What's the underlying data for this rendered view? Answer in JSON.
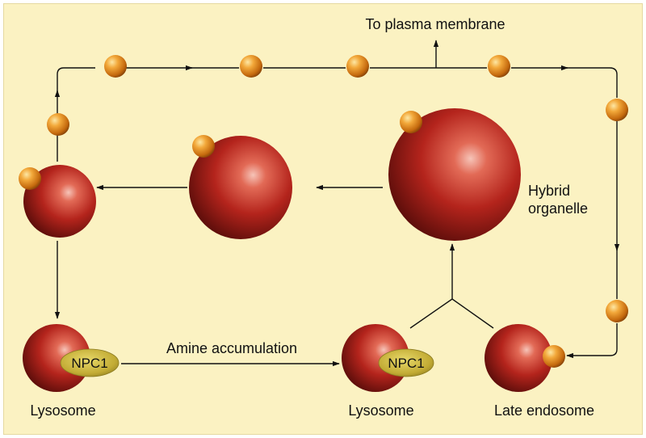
{
  "labels": {
    "plasma_membrane": "To plasma membrane",
    "hybrid_line1": "Hybrid",
    "hybrid_line2": "organelle",
    "amine": "Amine accumulation",
    "lysosome_left": "Lysosome",
    "lysosome_right": "Lysosome",
    "late_endosome": "Late endosome",
    "npc1_left": "NPC1",
    "npc1_right": "NPC1"
  },
  "colors": {
    "background": "#fbf2c2",
    "organelle": "#b4241c",
    "vesicle": "#e8931a",
    "npc1": "#c9b43a",
    "arrow": "#111111"
  }
}
